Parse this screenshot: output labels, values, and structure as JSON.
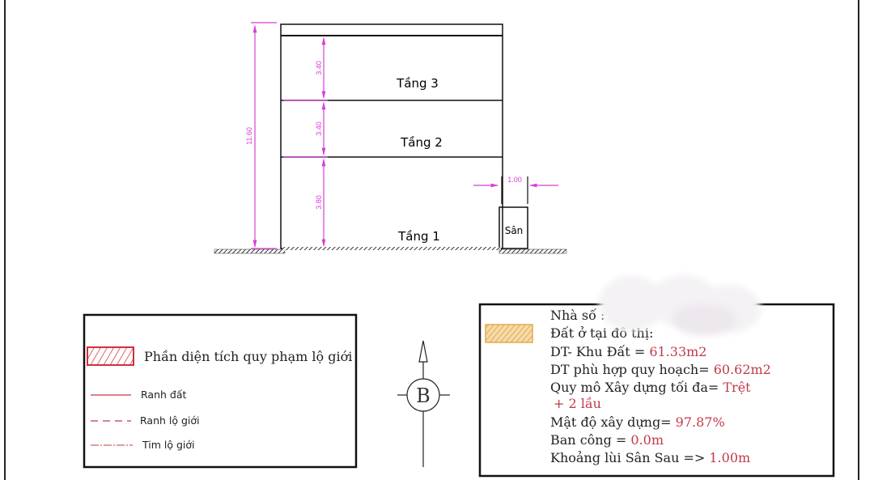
{
  "section": {
    "floors": [
      {
        "label": "Tầng 3",
        "height": "3.40"
      },
      {
        "label": "Tầng 2",
        "height": "3.40"
      },
      {
        "label": "Tầng 1",
        "height": "3.80"
      }
    ],
    "total_height": "11.60",
    "rear_setback": "1.00",
    "yard_label": "Sân"
  },
  "legend": {
    "hatch_label": "Phần diện tích quy phạm lộ giới",
    "items": [
      {
        "label": "Ranh đất",
        "style": "solid"
      },
      {
        "label": "Ranh lộ giới",
        "style": "dashed"
      },
      {
        "label": "Tim lộ giới",
        "style": "dash-dot"
      }
    ]
  },
  "compass": {
    "letter": "B"
  },
  "info": {
    "line1": "Nhà số :",
    "line2": "Đất ở tại đô thị:",
    "rows": [
      {
        "label": "DT- Khu Đất = ",
        "value": "61.33m2"
      },
      {
        "label": "DT phù hợp quy hoạch= ",
        "value": "60.62m2"
      },
      {
        "label": "Quy mô Xây dựng tối đa= ",
        "value": "Trệt"
      },
      {
        "label": "",
        "value": "+ 2 lầu"
      },
      {
        "label": "Mật độ xây dựng= ",
        "value": "97.87%"
      },
      {
        "label": "Ban công = ",
        "value": "0.0m"
      },
      {
        "label": "Khoảng lùi Sân Sau => ",
        "value": "1.00m"
      }
    ]
  },
  "colors": {
    "dimension": "#d63fd6",
    "value": "#c0394a",
    "legend_hatch": "#d32f3f",
    "site_hatch": "#e6a94a"
  }
}
